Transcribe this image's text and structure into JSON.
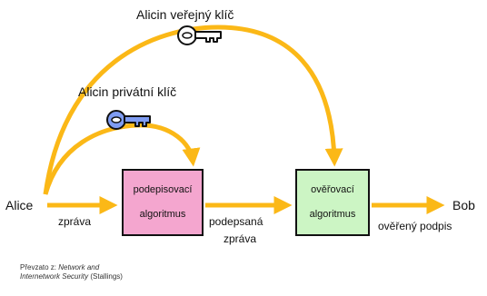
{
  "labels": {
    "public_key": "Alicin veřejný klíč",
    "private_key": "Alicin privátní klíč",
    "alice": "Alice",
    "bob": "Bob",
    "message": "zpráva",
    "signed_message_line1": "podepsaná",
    "signed_message_line2": "zpráva",
    "verified_signature": "ověřený podpis"
  },
  "boxes": {
    "sign": {
      "line1": "podepisovací",
      "line2": "algoritmus",
      "fill": "#f4a6cf"
    },
    "verify": {
      "line1": "ověřovací",
      "line2": "algoritmus",
      "fill": "#ccf5c4"
    }
  },
  "keys": {
    "public_fill": "#ffffff",
    "private_fill": "#7f9cf2",
    "public_icon": "key-icon",
    "private_icon": "key-icon"
  },
  "colors": {
    "arrow": "#fbb817"
  },
  "credit": {
    "prefix": "Převzato z: ",
    "title_part1": "Network and",
    "title_part2": "Internetwork Security",
    "suffix": " (Stallings)"
  }
}
